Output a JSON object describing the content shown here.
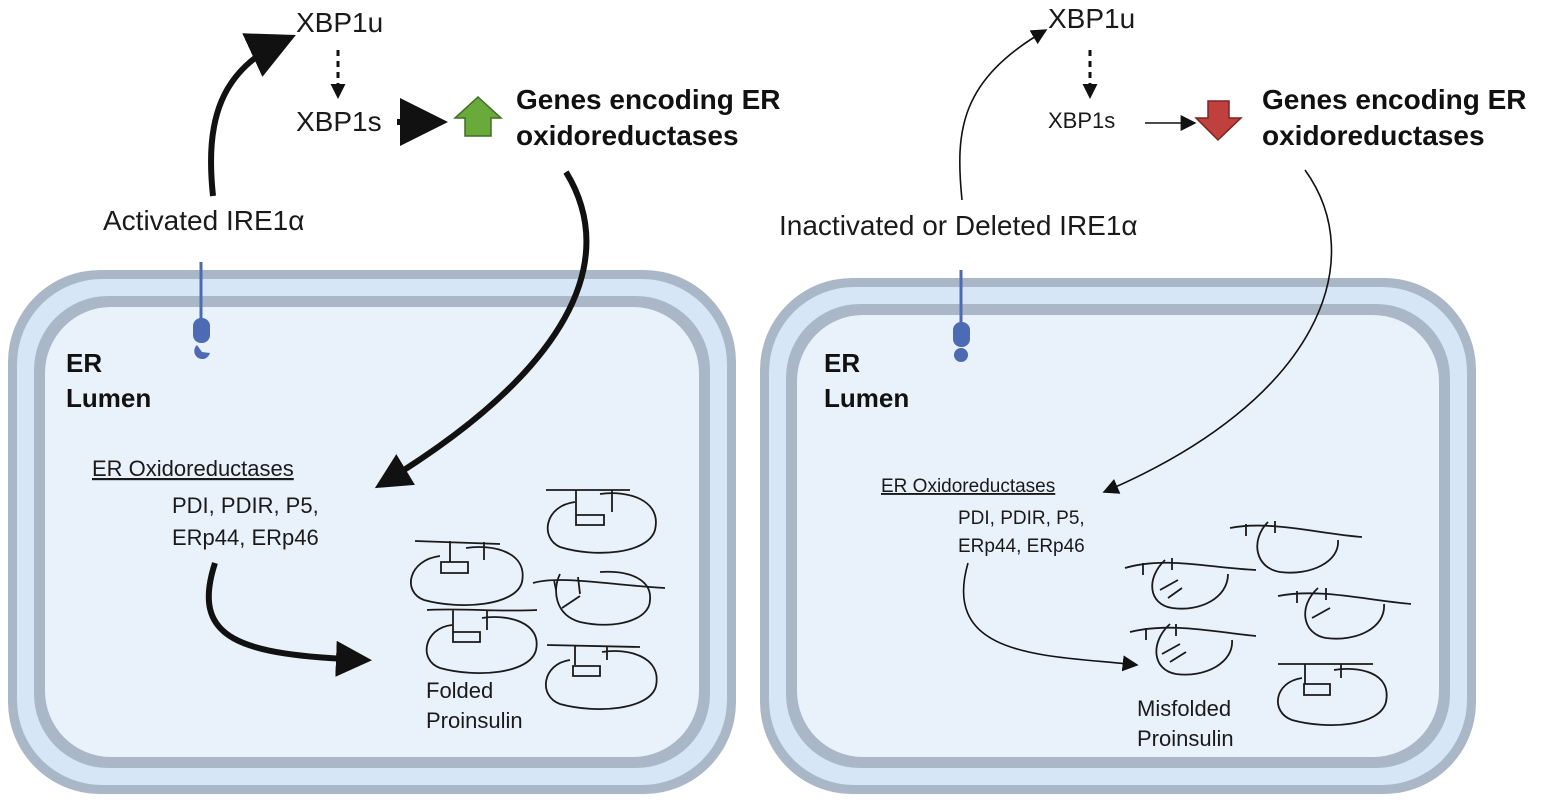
{
  "left": {
    "xbp1u": "XBP1u",
    "xbp1s": "XBP1s",
    "genes_line1": "Genes encoding ER",
    "genes_line2": "oxidoreductases",
    "ire1": "Activated IRE1α",
    "lumen_line1": "ER",
    "lumen_line2": "Lumen",
    "oxido_heading": "ER Oxidoreductases",
    "oxido_line1": "PDI, PDIR, P5,",
    "oxido_line2": "ERp44, ERp46",
    "result_line1": "Folded",
    "result_line2": "Proinsulin"
  },
  "right": {
    "xbp1u": "XBP1u",
    "xbp1s": "XBP1s",
    "genes_line1": "Genes encoding ER",
    "genes_line2": "oxidoreductases",
    "ire1": "Inactivated or Deleted IRE1α",
    "lumen_line1": "ER",
    "lumen_line2": "Lumen",
    "oxido_heading": "ER Oxidoreductases",
    "oxido_line1": "PDI, PDIR, P5,",
    "oxido_line2": "ERp44, ERp46",
    "result_line1": "Misfolded",
    "result_line2": "Proinsulin"
  },
  "colors": {
    "membrane_outer": "#a9b7c6",
    "membrane_band": "#d6e6f7",
    "lumen_fill": "#e9f1fb",
    "receptor": "#4d6bb3",
    "up_arrow": "#6aaa3a",
    "down_arrow": "#c0403d"
  },
  "icons": {
    "up": "up-arrow-icon",
    "down": "down-arrow-icon"
  }
}
